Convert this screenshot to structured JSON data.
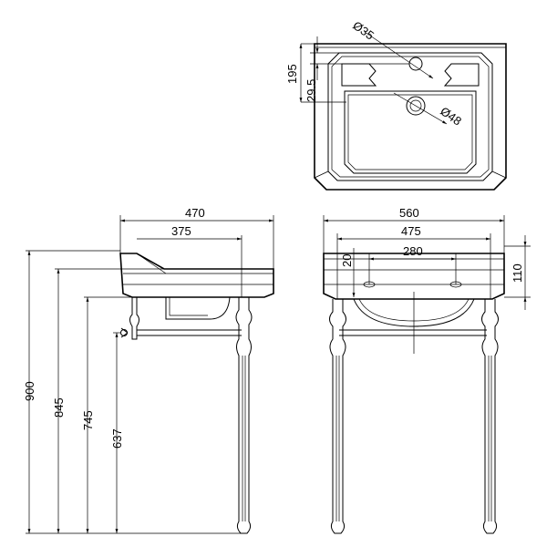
{
  "diagram": {
    "top_view": {
      "dims": {
        "hole_dia": "Ø35",
        "waste_dia": "Ø48",
        "depth": "195",
        "hole_offset": "29.5"
      }
    },
    "side_view": {
      "dims": {
        "basin_depth": "470",
        "stand_depth": "375",
        "height_total": "900",
        "height_basin": "845",
        "height_shelf": "745",
        "height_outlet": "637"
      }
    },
    "front_view": {
      "dims": {
        "basin_width": "560",
        "stand_width": "475",
        "tap_spacing": "280",
        "rim_height": "110",
        "tap_offset": "20"
      }
    }
  }
}
